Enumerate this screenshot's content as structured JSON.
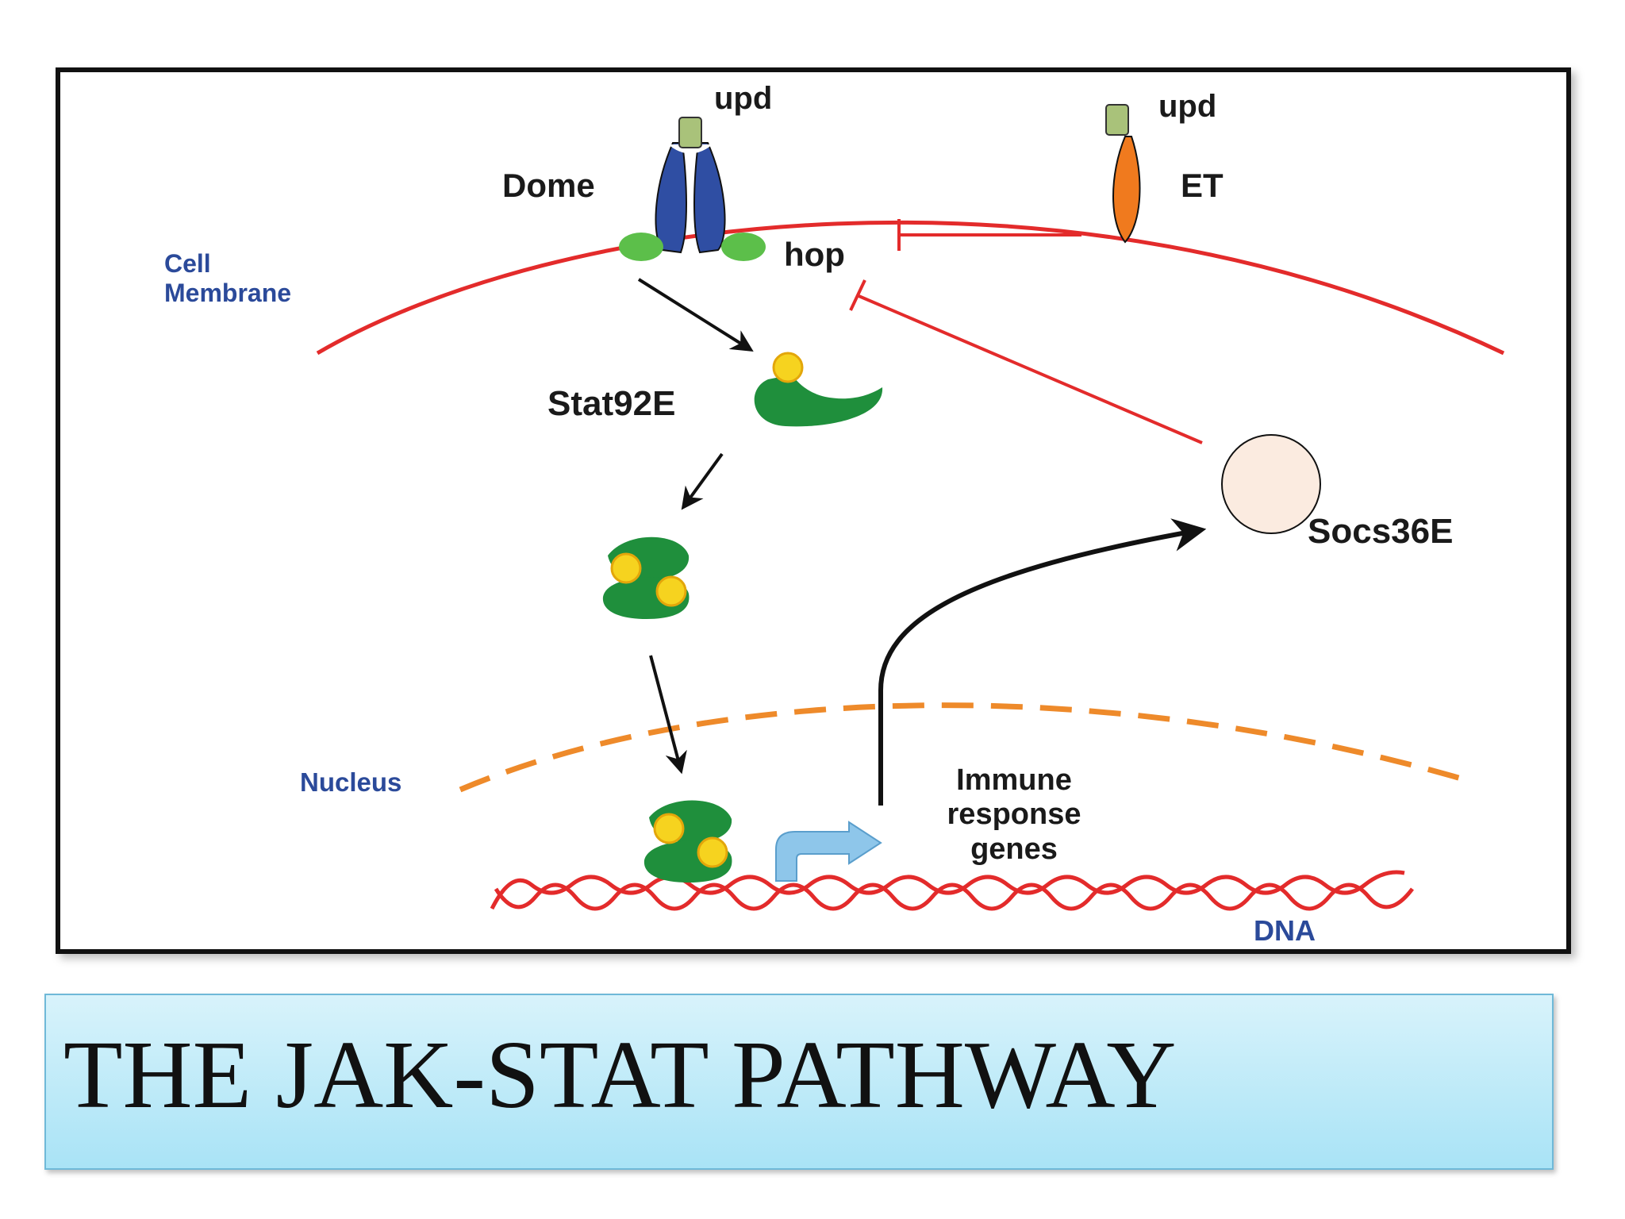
{
  "diagram": {
    "labels": {
      "upd_left": "upd",
      "upd_right": "upd",
      "dome": "Dome",
      "et": "ET",
      "hop": "hop",
      "cell_membrane_1": "Cell",
      "cell_membrane_2": "Membrane",
      "stat92e": "Stat92E",
      "socs36e": "Socs36E",
      "nucleus": "Nucleus",
      "immune_1": "Immune",
      "immune_2": "response",
      "immune_3": "genes",
      "dna": "DNA"
    },
    "colors": {
      "membrane": "#e32b2b",
      "nucleus": "#ee8a2a",
      "dome_receptor": "#2f4ea3",
      "et_receptor": "#f07a1e",
      "ligand": "#a9c27a",
      "hop": "#5cbf4a",
      "stat": "#1f8f3c",
      "phosphate": "#f6d31f",
      "socs": "#fbebe0",
      "inhibition": "#e32b2b",
      "dna": "#e32b2b",
      "transcription_arrow": "#8ec6ea",
      "label_blue": "#2b4a9a"
    }
  },
  "title": "THE JAK-STAT PATHWAY"
}
